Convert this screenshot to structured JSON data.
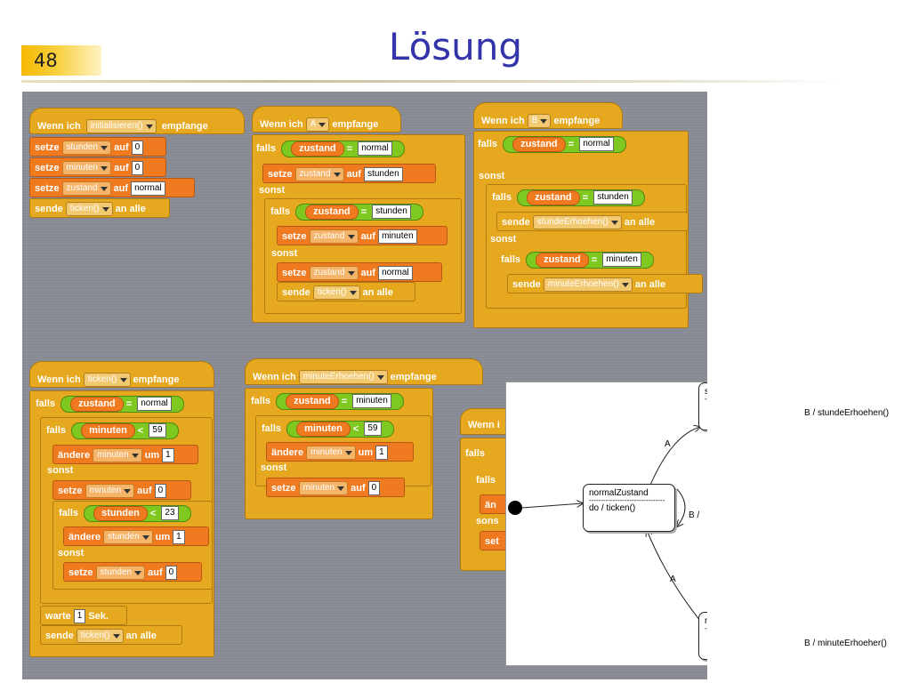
{
  "slide": {
    "number": "48",
    "title": "Lösung"
  },
  "scripts": {
    "init": {
      "hat_prefix": "Wenn ich",
      "hat_event": "initialisieren()",
      "hat_suffix": "empfange",
      "set_label": "setze",
      "auf": "auf",
      "an_alle": "an alle",
      "send_label": "sende",
      "var1": "stunden",
      "val1": "0",
      "var2": "minuten",
      "val2": "0",
      "var3": "zustand",
      "val3": "normal",
      "msg": "ticken()"
    },
    "keyA": {
      "hat_event": "A",
      "falls": "falls",
      "sonst": "sonst",
      "zustand": "zustand",
      "eq": "=",
      "normal": "normal",
      "stunden": "stunden",
      "minuten": "minuten",
      "ticken": "ticken()"
    },
    "keyB": {
      "hat_event": "B",
      "stundeErhoehen": "stundeErhoehen()",
      "minuteErhoehen": "minuteErhoehen()"
    },
    "tick": {
      "hat_event": "ticken()",
      "lt": "<",
      "v59": "59",
      "v23": "23",
      "v1": "1",
      "v0": "0",
      "andere": "ändere",
      "um": "um",
      "warte": "warte",
      "sek": "Sek."
    },
    "minEr": {
      "hat_event": "minuteErhoehen()"
    },
    "stdEr": {
      "hat_prefix_partial": "Wenn i",
      "falls": "falls",
      "sonst_partial": "sons",
      "andere_partial": "än",
      "setze_partial": "set"
    }
  },
  "diagram": {
    "states": [
      {
        "name": "normalZustand",
        "action": "do / ticken()"
      },
      {
        "name": "stundeAendern",
        "action": ""
      },
      {
        "name": "minuteAendern",
        "action": ""
      }
    ],
    "dashes": "--------------------------------",
    "labels": {
      "a": "A",
      "b_self": "B /",
      "b_stunde": "B / stundeErhoehen()",
      "b_minute": "B / minuteErhoeher()"
    }
  }
}
